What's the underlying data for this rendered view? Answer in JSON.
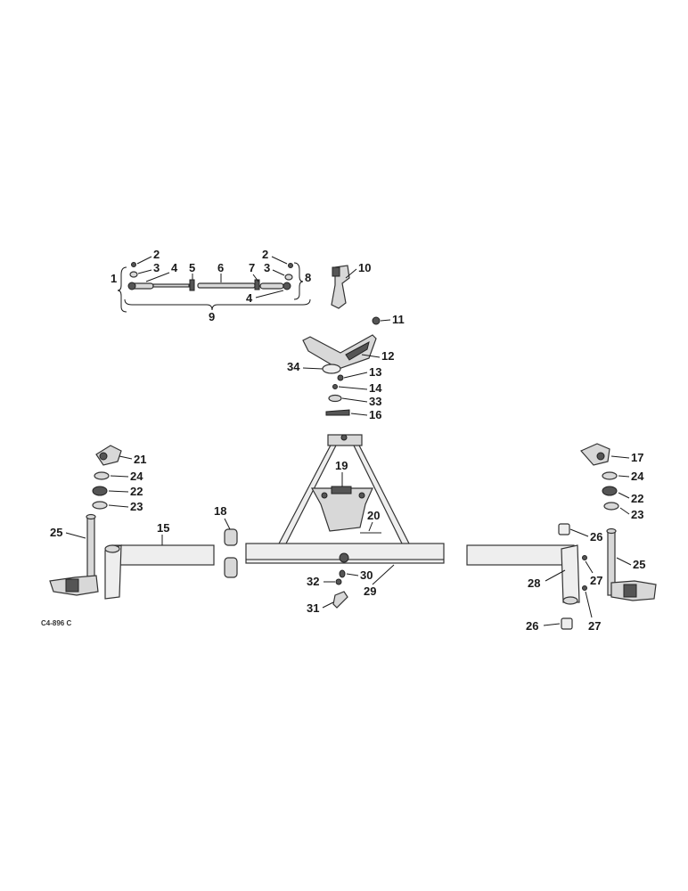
{
  "figure": {
    "drawing_code": "C4-896 C",
    "callouts": {
      "c1": "1",
      "c2a": "2",
      "c2b": "2",
      "c3a": "3",
      "c3b": "3",
      "c4a": "4",
      "c4b": "4",
      "c5": "5",
      "c6": "6",
      "c7": "7",
      "c8": "8",
      "c9": "9",
      "c10": "10",
      "c11": "11",
      "c12": "12",
      "c13": "13",
      "c14": "14",
      "c15": "15",
      "c16": "16",
      "c17": "17",
      "c18": "18",
      "c19": "19",
      "c20": "20",
      "c21": "21",
      "c22a": "22",
      "c22b": "22",
      "c23a": "23",
      "c23b": "23",
      "c24a": "24",
      "c24b": "24",
      "c25a": "25",
      "c25b": "25",
      "c26a": "26",
      "c26b": "26",
      "c27a": "27",
      "c27b": "27",
      "c28": "28",
      "c29": "29",
      "c30": "30",
      "c31": "31",
      "c32": "32",
      "c33": "33",
      "c34": "34"
    }
  }
}
